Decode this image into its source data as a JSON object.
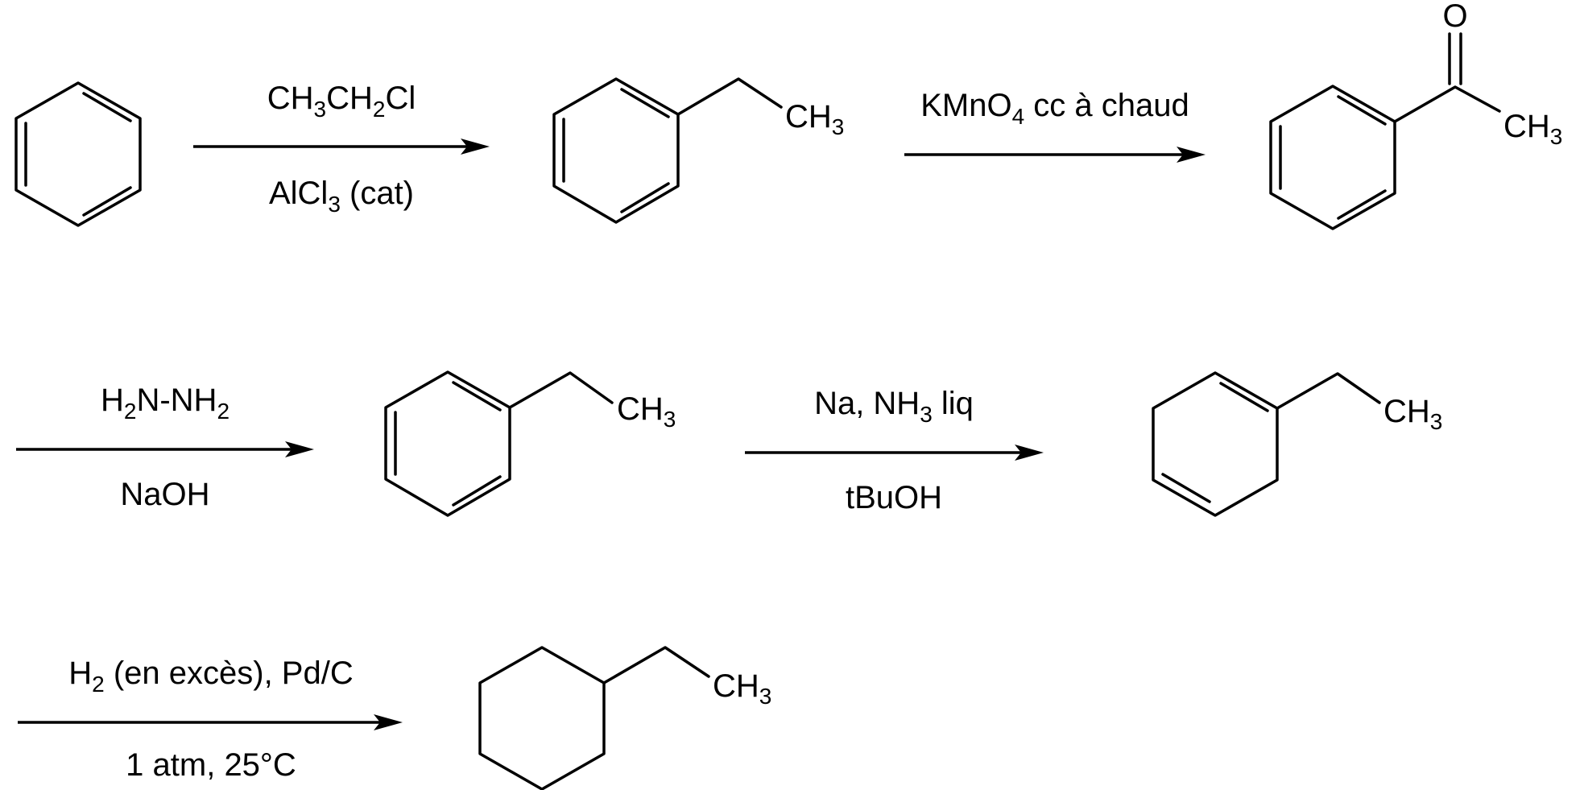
{
  "steps": [
    {
      "reagents_above": [
        {
          "t": "CH"
        },
        {
          "t": "3",
          "sub": true
        },
        {
          "t": "CH"
        },
        {
          "t": "2",
          "sub": true
        },
        {
          "t": "Cl"
        }
      ],
      "reagents_below": [
        {
          "t": "AlCl"
        },
        {
          "t": "3",
          "sub": true
        },
        {
          "t": " (cat)"
        }
      ]
    },
    {
      "reagents_above": [
        {
          "t": "KMnO"
        },
        {
          "t": "4",
          "sub": true
        },
        {
          "t": " cc à chaud"
        }
      ],
      "reagents_below": []
    },
    {
      "reagents_above": [
        {
          "t": "H"
        },
        {
          "t": "2",
          "sub": true
        },
        {
          "t": "N-NH"
        },
        {
          "t": "2",
          "sub": true
        }
      ],
      "reagents_below": [
        {
          "t": "NaOH"
        }
      ]
    },
    {
      "reagents_above": [
        {
          "t": "Na, NH"
        },
        {
          "t": "3",
          "sub": true
        },
        {
          "t": " liq"
        }
      ],
      "reagents_below": [
        {
          "t": "tBuOH"
        }
      ]
    },
    {
      "reagents_above": [
        {
          "t": "H"
        },
        {
          "t": "2",
          "sub": true
        },
        {
          "t": " (en excès), Pd/C"
        }
      ],
      "reagents_below": [
        {
          "t": "1 atm, 25°C"
        }
      ]
    }
  ],
  "molecules": [
    {
      "name": "benzene",
      "labels": []
    },
    {
      "name": "ethylbenzene",
      "labels": [
        {
          "main": "CH",
          "sub": "3"
        }
      ]
    },
    {
      "name": "acetophenone",
      "labels": [
        {
          "main": "O",
          "sub": ""
        },
        {
          "main": "CH",
          "sub": "3"
        }
      ]
    },
    {
      "name": "ethylbenzene",
      "labels": [
        {
          "main": "CH",
          "sub": "3"
        }
      ]
    },
    {
      "name": "1-ethylcyclohexa-1,4-diene",
      "labels": [
        {
          "main": "CH",
          "sub": "3"
        }
      ]
    },
    {
      "name": "ethylcyclohexane",
      "labels": [
        {
          "main": "CH",
          "sub": "3"
        }
      ]
    }
  ]
}
